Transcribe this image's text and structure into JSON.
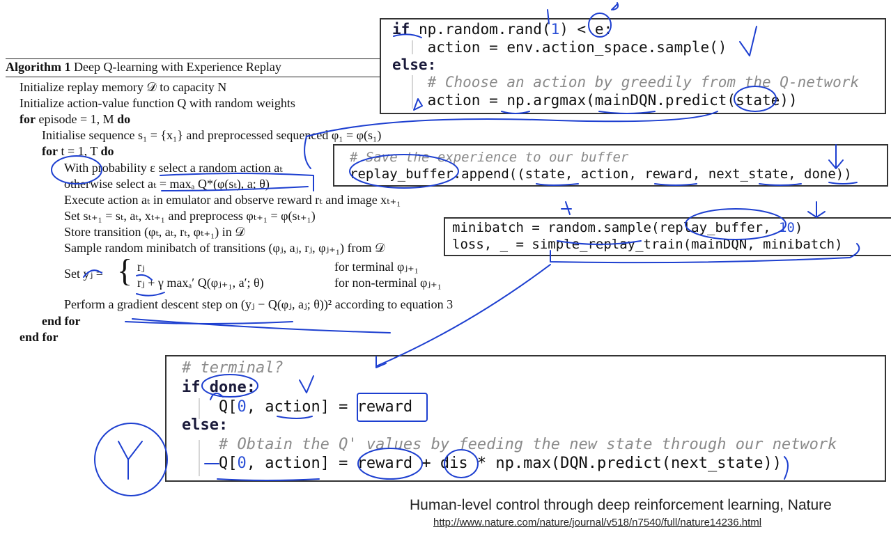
{
  "algorithm": {
    "title_bold": "Algorithm 1",
    "title_rest": " Deep Q-learning with Experience Replay",
    "lines": [
      {
        "t": "Initialize replay memory 𝒟 to capacity N"
      },
      {
        "t": "Initialize action-value function Q with random weights"
      },
      {
        "kw": "for",
        "t": " episode = 1, M ",
        "kw2": "do"
      },
      {
        "t": "Initialise sequence s₁ = {x₁} and preprocessed sequenced φ₁ = φ(s₁)"
      },
      {
        "kw": "for",
        "t": " t = 1, T ",
        "kw2": "do"
      },
      {
        "t": "With probability ε select a random action aₜ"
      },
      {
        "t": "otherwise select aₜ = maxₐ Q*(φ(sₜ), a; θ)"
      },
      {
        "t": "Execute action aₜ in emulator and observe reward rₜ and image xₜ₊₁"
      },
      {
        "t": "Set sₜ₊₁ = sₜ, aₜ, xₜ₊₁ and preprocess φₜ₊₁ = φ(sₜ₊₁)"
      },
      {
        "t": "Store transition (φₜ, aₜ, rₜ, φₜ₊₁) in 𝒟"
      },
      {
        "t": "Sample random minibatch of transitions (φⱼ, aⱼ, rⱼ, φⱼ₊₁) from 𝒟"
      },
      {
        "t": "Set yⱼ = "
      },
      {
        "t": "Perform a gradient descent step on (yⱼ − Q(φⱼ, aⱼ; θ))² according to equation 3"
      },
      {
        "kw": "end for"
      },
      {
        "kw": "end for"
      }
    ],
    "case1_expr": "rⱼ",
    "case1_cond": "for terminal φⱼ₊₁",
    "case2_expr": "rⱼ + γ maxₐ′ Q(φⱼ₊₁, a′; θ)",
    "case2_cond": "for non-terminal φⱼ₊₁"
  },
  "code_epsilon": {
    "l1_kw": "if",
    "l1_a": " np.random.rand(",
    "l1_num": "1",
    "l1_b": ") < e:",
    "l2": "    action = env.action_space.sample()",
    "l3_kw": "else:",
    "l4": "    # Choose an action by greedily from the Q-network",
    "l5": "    action = np.argmax(mainDQN.predict(state))"
  },
  "code_buffer": {
    "comment": "# Save the experience to our buffer",
    "line": "replay_buffer.append((state, action, reward, next_state, done))"
  },
  "code_train": {
    "l1_a": "minibatch = random.sample(replay_buffer, ",
    "l1_num": "10",
    "l1_b": ")",
    "l2": "loss, _ = simple_replay_train(mainDQN, minibatch)"
  },
  "code_target": {
    "l1": "# terminal?",
    "l2_kw": "if",
    "l2": " done:",
    "l3_a": "    Q[",
    "l3_num": "0",
    "l3_b": ", action] = reward",
    "l4_kw": "else:",
    "l5": "    # Obtain the Q' values by feeding the new state through our network",
    "l6_a": "    Q[",
    "l6_num": "0",
    "l6_b": ", action] = reward + dis * np.max(DQN.predict(next_state))"
  },
  "citation": {
    "title": "Human-level control through deep reinforcement learning, Nature",
    "url": "http://www.nature.com/nature/journal/v518/n7540/full/nature14236.html"
  },
  "colors": {
    "annotation": "#1d3fd0",
    "number": "#2a4fd6",
    "comment": "#8a8a8a"
  }
}
